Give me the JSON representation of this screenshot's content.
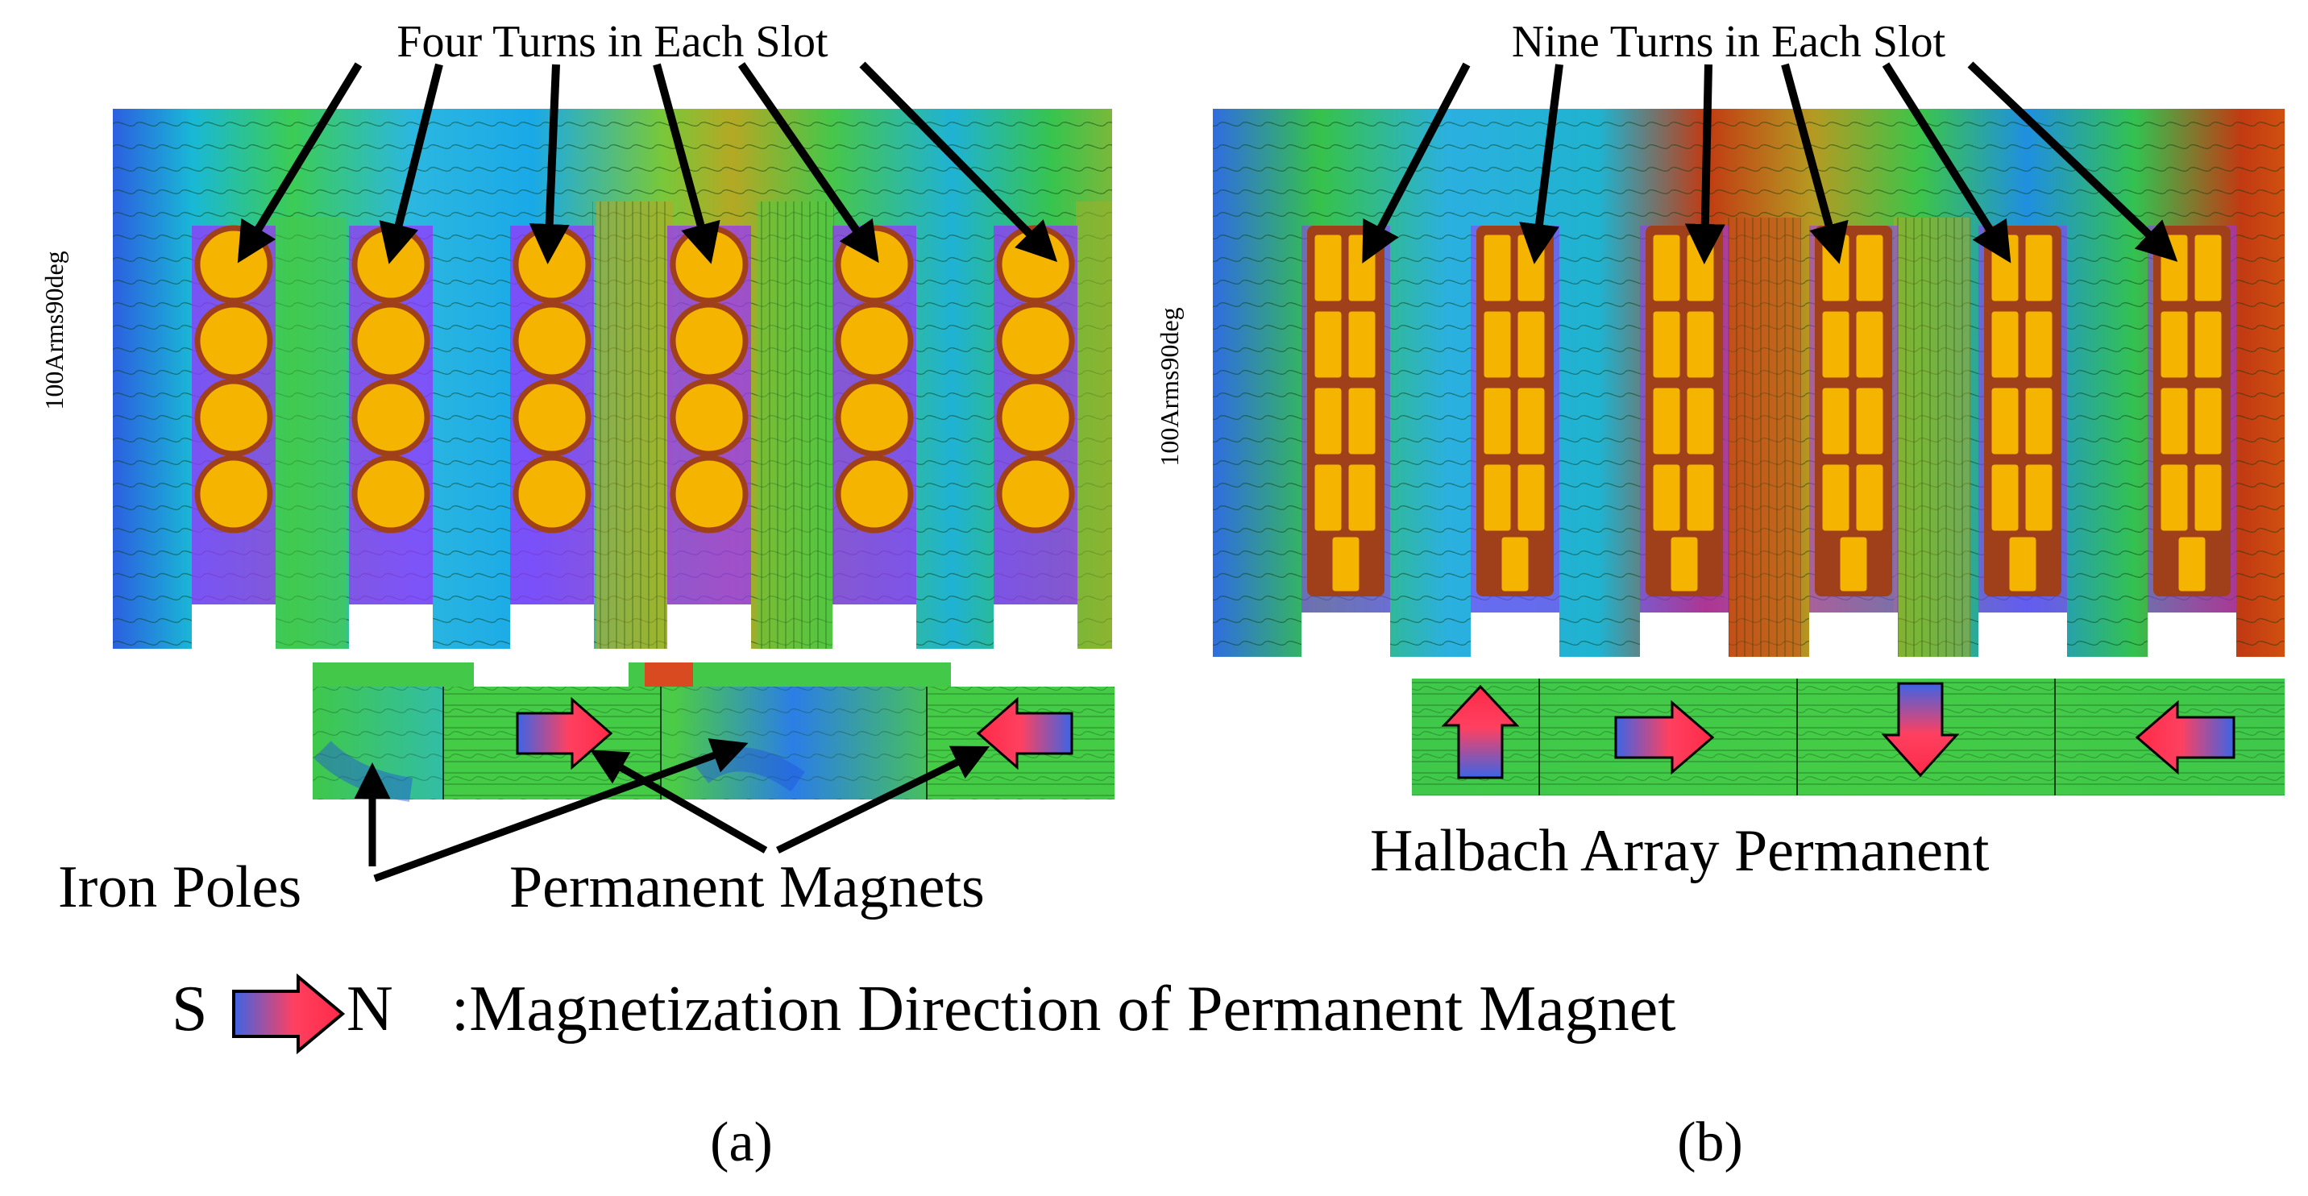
{
  "panel_a": {
    "title": "Four Turns in Each Slot",
    "side_label": "100Arms90deg",
    "iron_poles_label": "Iron Poles",
    "permanent_magnets_label": "Permanent Magnets",
    "caption": "(a)"
  },
  "panel_b": {
    "title": "Nine Turns in Each Slot",
    "side_label": "100Arms90deg",
    "halbach_label": "Halbach Array Permanent",
    "caption": "(b)"
  },
  "legend": {
    "south": "S",
    "north": "N",
    "text": ":Magnetization Direction of Permanent Magnet"
  },
  "colors": {
    "coil_fill": "#f5b400",
    "coil_border": "#a0401a",
    "arrow_red": "#ff3c5a",
    "arrow_blue": "#3c64e6",
    "field_green": "#33cc33",
    "field_blue": "#2266ee",
    "field_red": "#cc3300",
    "slot_purple": "#9a33ff"
  }
}
